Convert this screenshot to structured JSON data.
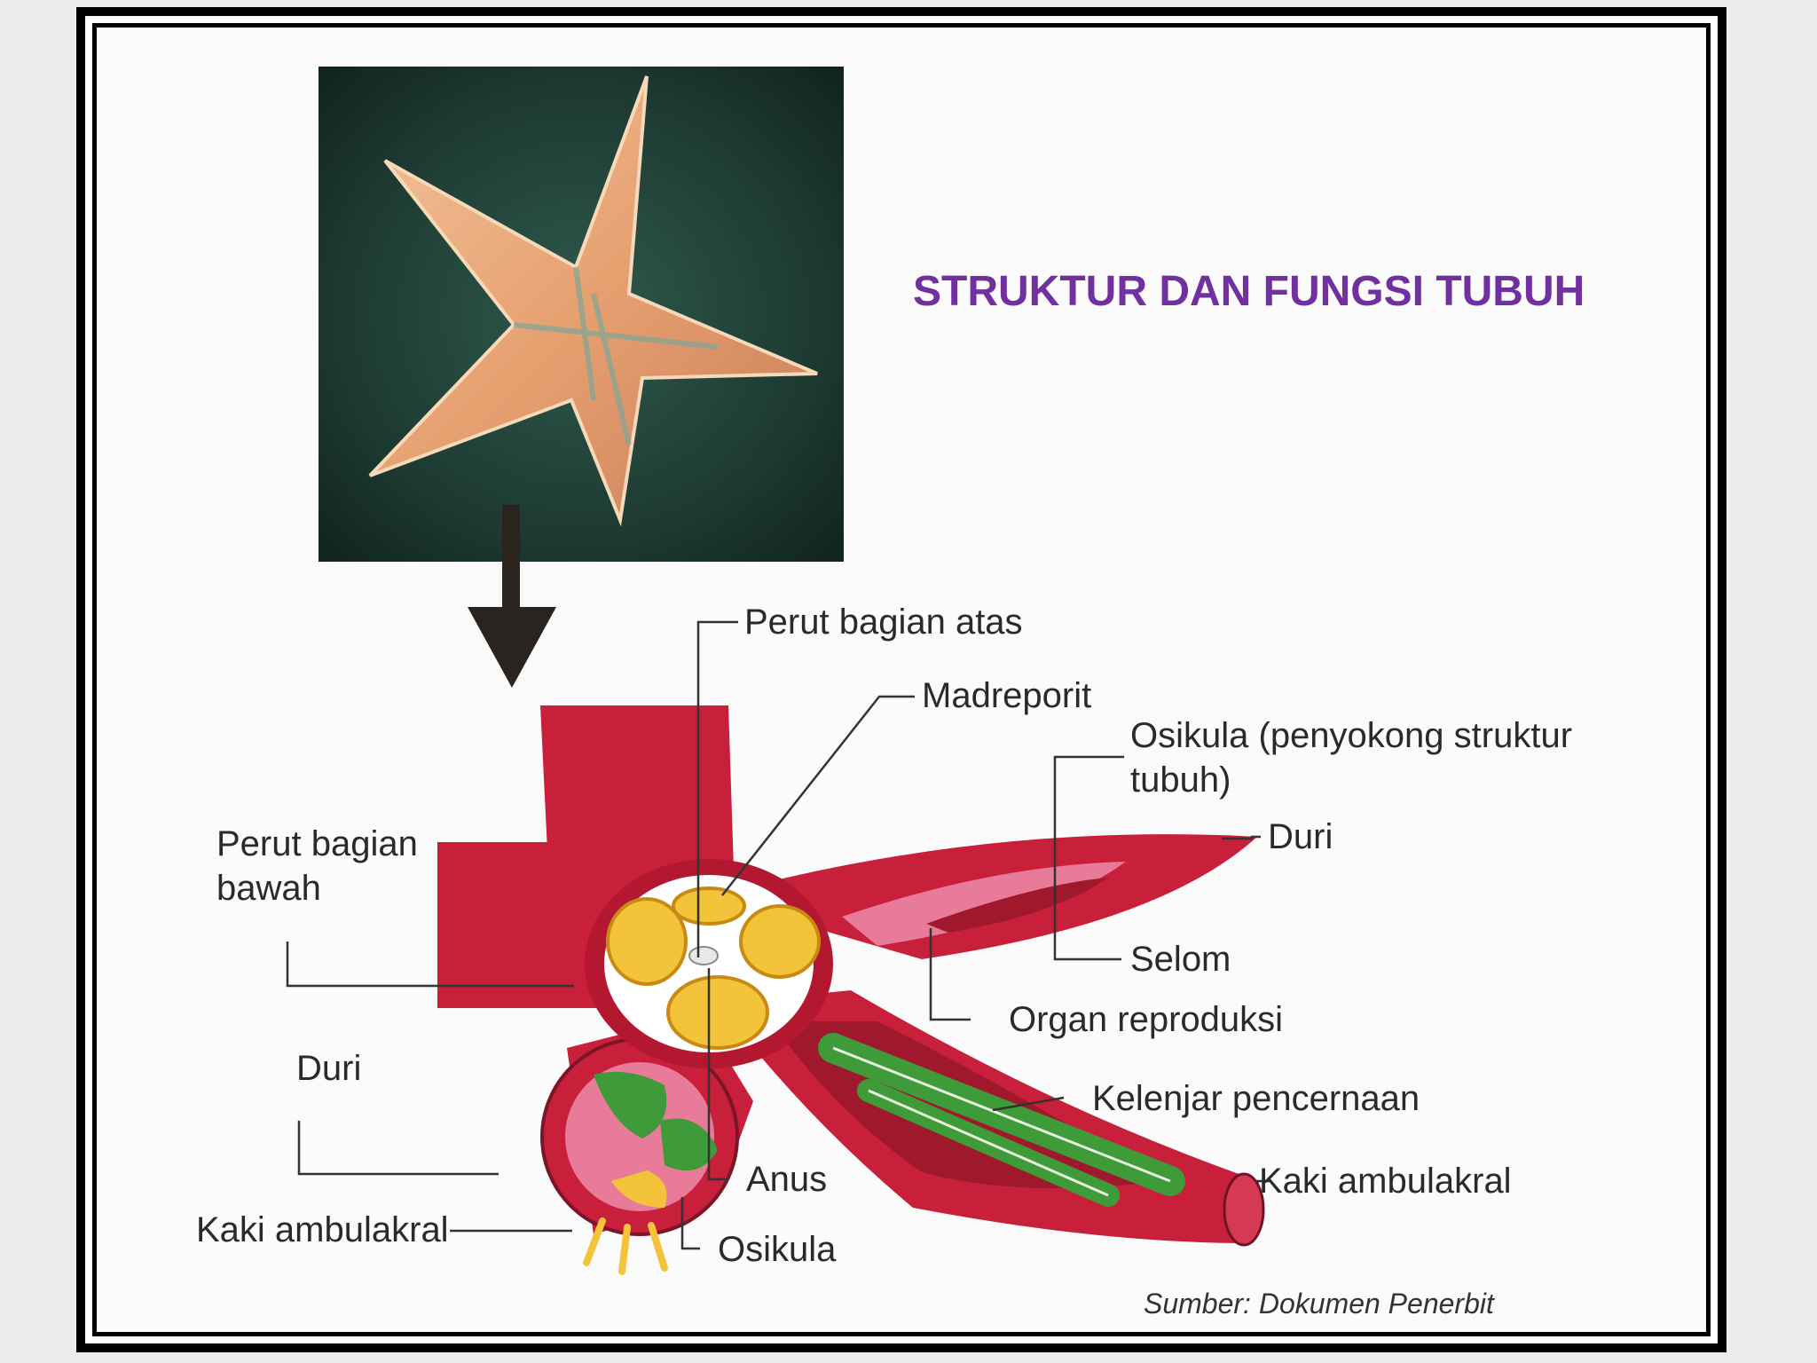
{
  "title": "STRUKTUR DAN FUNGSI TUBUH",
  "labels": {
    "perut_bagian_atas": "Perut bagian atas",
    "madreporit": "Madreporit",
    "osikula_penyokong": "Osikula (penyokong struktur tubuh)",
    "duri_right": "Duri",
    "selom": "Selom",
    "organ_reproduksi": "Organ reproduksi",
    "kelenjar_pencernaan": "Kelenjar pencernaan",
    "kaki_ambulakral_right": "Kaki ambulakral",
    "perut_bagian_bawah": "Perut bagian bawah",
    "duri_left": "Duri",
    "kaki_ambulakral_left": "Kaki ambulakral",
    "anus": "Anus",
    "osikula": "Osikula"
  },
  "source": "Sumber: Dokumen Penerbit",
  "colors": {
    "frame": "#000000",
    "title": "#7030a0",
    "body_red": "#c8203a",
    "inner_pink": "#e87a9a",
    "stomach_yellow": "#f3c33a",
    "gland_green": "#3f9a3a",
    "photo_background": "#1f3a34",
    "starfish_orange": "#e8a070"
  },
  "icons": {
    "arrow": "down-arrow-icon",
    "photo": "starfish-photo"
  }
}
